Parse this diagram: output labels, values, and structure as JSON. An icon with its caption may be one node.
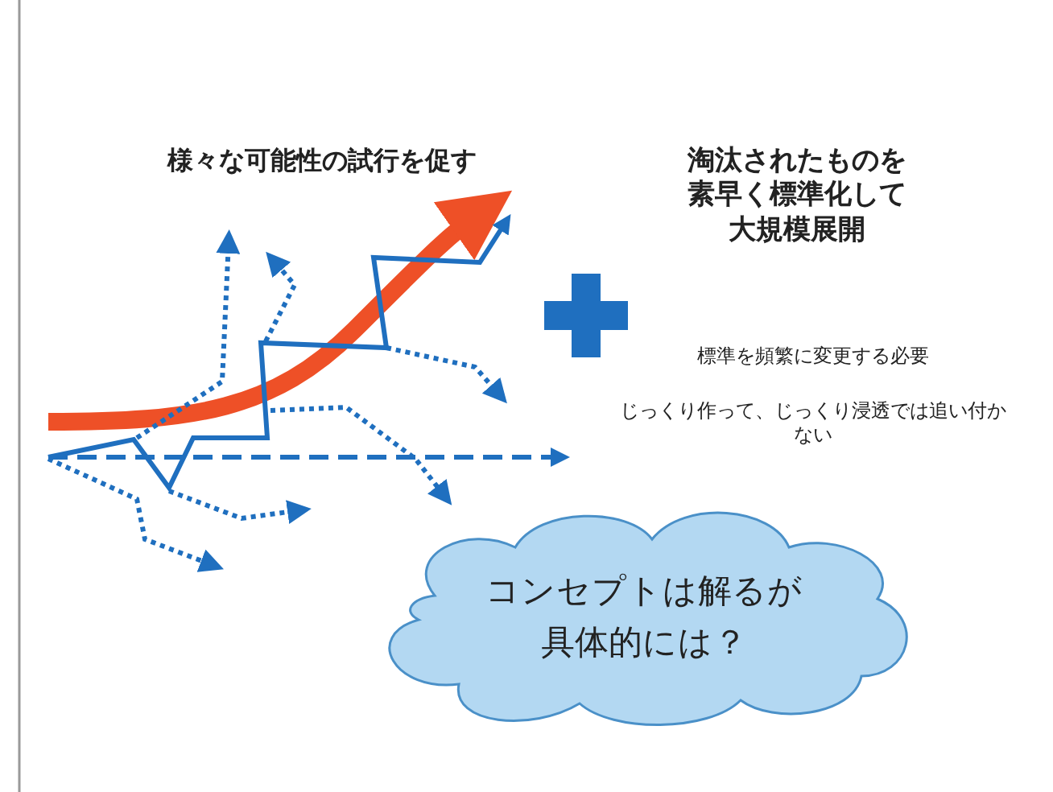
{
  "diagram": {
    "nodes": [
      {
        "text": [
          "コンセプトは解るが具体的には？"
        ]
      }
    ],
    "labels": [
      "様々な可能性の試行を促す",
      "淘汰されたものを素早く標準化して大規模展開",
      "標準を頻繁に変更する必要",
      "じっくり作って、じっくり浸透では追い付かない"
    ]
  }
}
